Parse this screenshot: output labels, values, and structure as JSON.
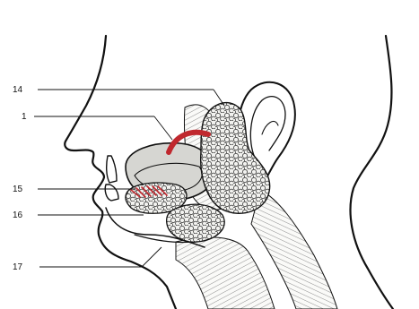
{
  "figure": {
    "labels": [
      {
        "id": "label-14",
        "text": "14"
      },
      {
        "id": "label-1",
        "text": "1"
      },
      {
        "id": "label-15",
        "text": "15"
      },
      {
        "id": "label-16",
        "text": "16"
      },
      {
        "id": "label-17",
        "text": "17"
      }
    ],
    "colors": {
      "outline": "#111111",
      "duct": "#c0282e",
      "oral_cavity": "#d6d6d2",
      "gland_fill": "#efefec",
      "background": "#ffffff"
    }
  }
}
